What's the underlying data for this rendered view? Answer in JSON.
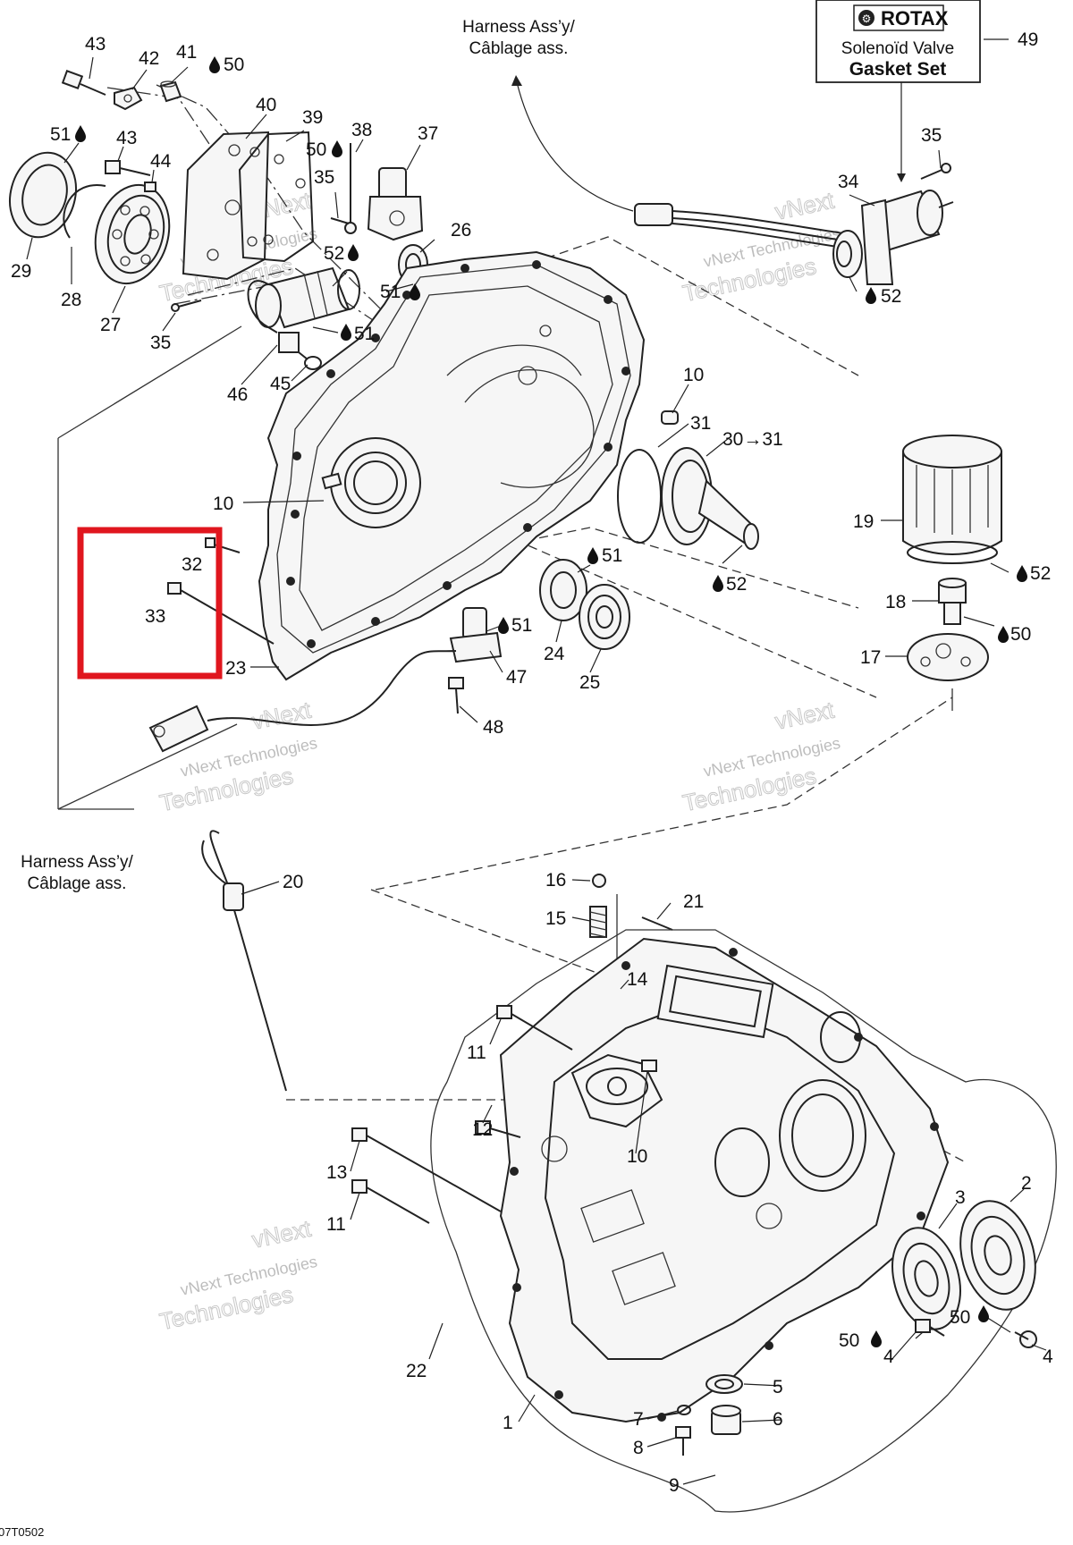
{
  "diagram": {
    "drawing_code": "07T0502",
    "notes": {
      "harness_top_line1": "Harness Ass’y/",
      "harness_top_line2": "Câblage ass.",
      "harness_left_line1": "Harness Ass’y/",
      "harness_left_line2": "Câblage ass.",
      "kit_brand": "ROTAX",
      "kit_line1": "Solenoïd Valve",
      "kit_line2": "Gasket Set"
    },
    "watermark": {
      "line1": "vNext",
      "line2": "vNext Technologies",
      "line3": "Technologies"
    },
    "highlight": {
      "color": "#e0161e",
      "items": [
        "32",
        "33"
      ]
    },
    "labels": {
      "p43a": "43",
      "p42": "42",
      "p41": "41",
      "p50a": "50",
      "p49": "49",
      "p51a": "51",
      "p43b": "43",
      "p44": "44",
      "p40": "40",
      "p39": "39",
      "p38": "38",
      "p37": "37",
      "p50b": "50",
      "p35a": "35",
      "p35b": "35",
      "p34": "34",
      "p29": "29",
      "p28": "28",
      "p27": "27",
      "p35c": "35",
      "p52a": "52",
      "p26": "26",
      "p51b": "51",
      "p52b": "52",
      "p51c": "51",
      "p46": "46",
      "p45": "45",
      "p10a": "10",
      "p31": "31",
      "p30": "30→31",
      "p10b": "10",
      "p19": "19",
      "p32": "32",
      "p33": "33",
      "p51d": "51",
      "p52c": "52",
      "p52d": "52",
      "p18": "18",
      "p50c": "50",
      "p51e": "51",
      "p24": "24",
      "p25": "25",
      "p17": "17",
      "p47": "47",
      "p23": "23",
      "p48": "48",
      "p20": "20",
      "p16": "16",
      "p15": "15",
      "p21": "21",
      "p14": "14",
      "p11a": "11",
      "p12": "12",
      "p10c": "10",
      "p13": "13",
      "p11b": "11",
      "p3": "3",
      "p2": "2",
      "p50d": "50",
      "p50e": "50",
      "p4a": "4",
      "p4b": "4",
      "p22": "22",
      "p5": "5",
      "p1": "1",
      "p7": "7",
      "p6": "6",
      "p8": "8",
      "p9": "9"
    }
  }
}
